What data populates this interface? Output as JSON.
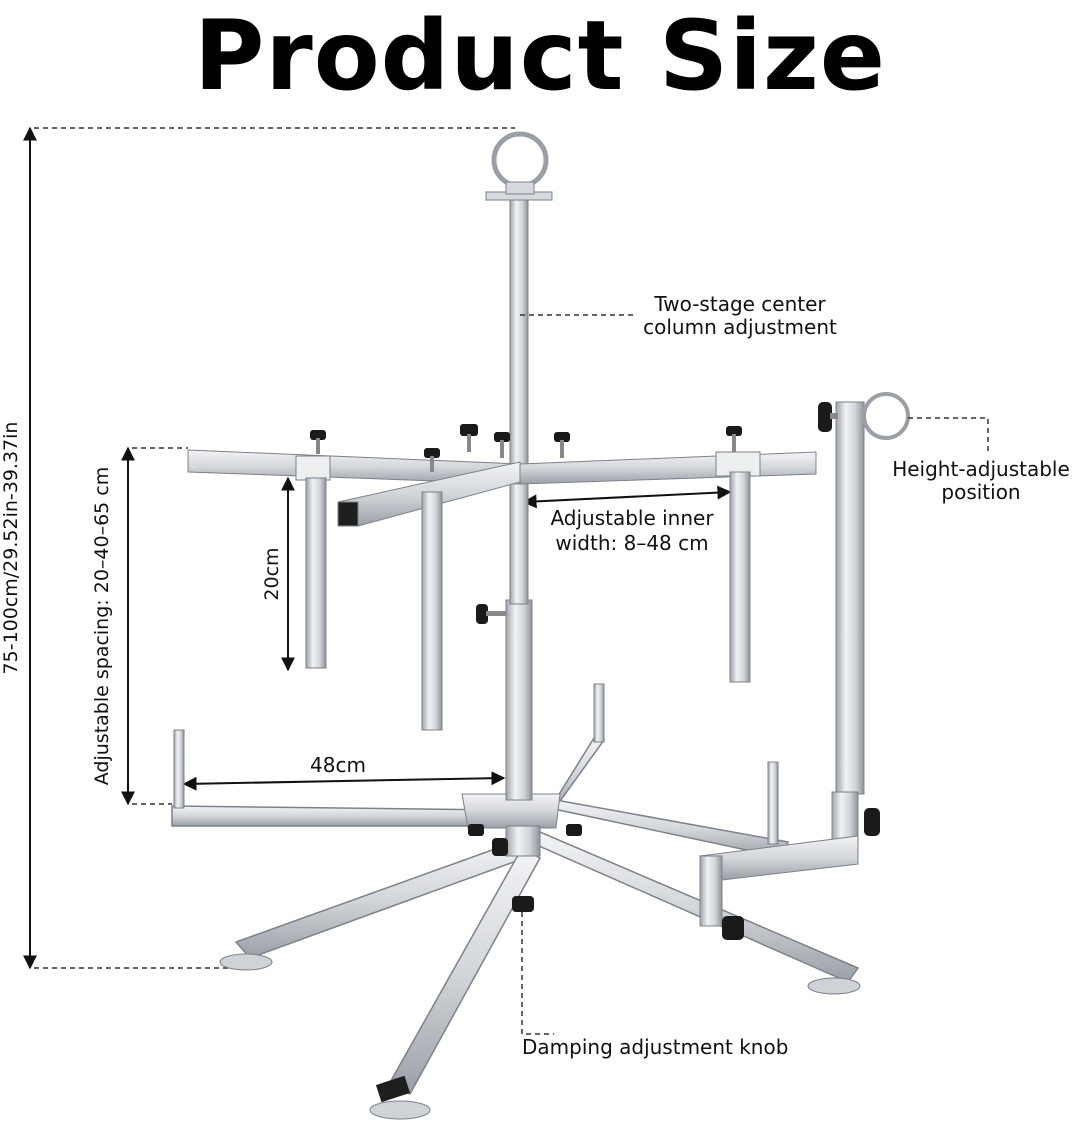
{
  "title": "Product Size",
  "dimensions": {
    "overall_height": "75-100cm/29.52in-39.37in",
    "adjustable_spacing": "Adjustable spacing: 20–40–65 cm",
    "arm_drop": "20cm",
    "base_arm_length": "48cm"
  },
  "callouts": {
    "center_column": [
      "Two-stage center",
      "column adjustment"
    ],
    "inner_width": [
      "Adjustable inner",
      "width: 8–48 cm"
    ],
    "height_position": [
      "Height-adjustable",
      "position"
    ],
    "damping_knob": "Damping adjustment knob"
  },
  "colors": {
    "metal_light": "#e4e6e9",
    "metal_mid": "#c3c7cc",
    "metal_dark": "#8a8f96",
    "knob": "#1a1a1a"
  }
}
